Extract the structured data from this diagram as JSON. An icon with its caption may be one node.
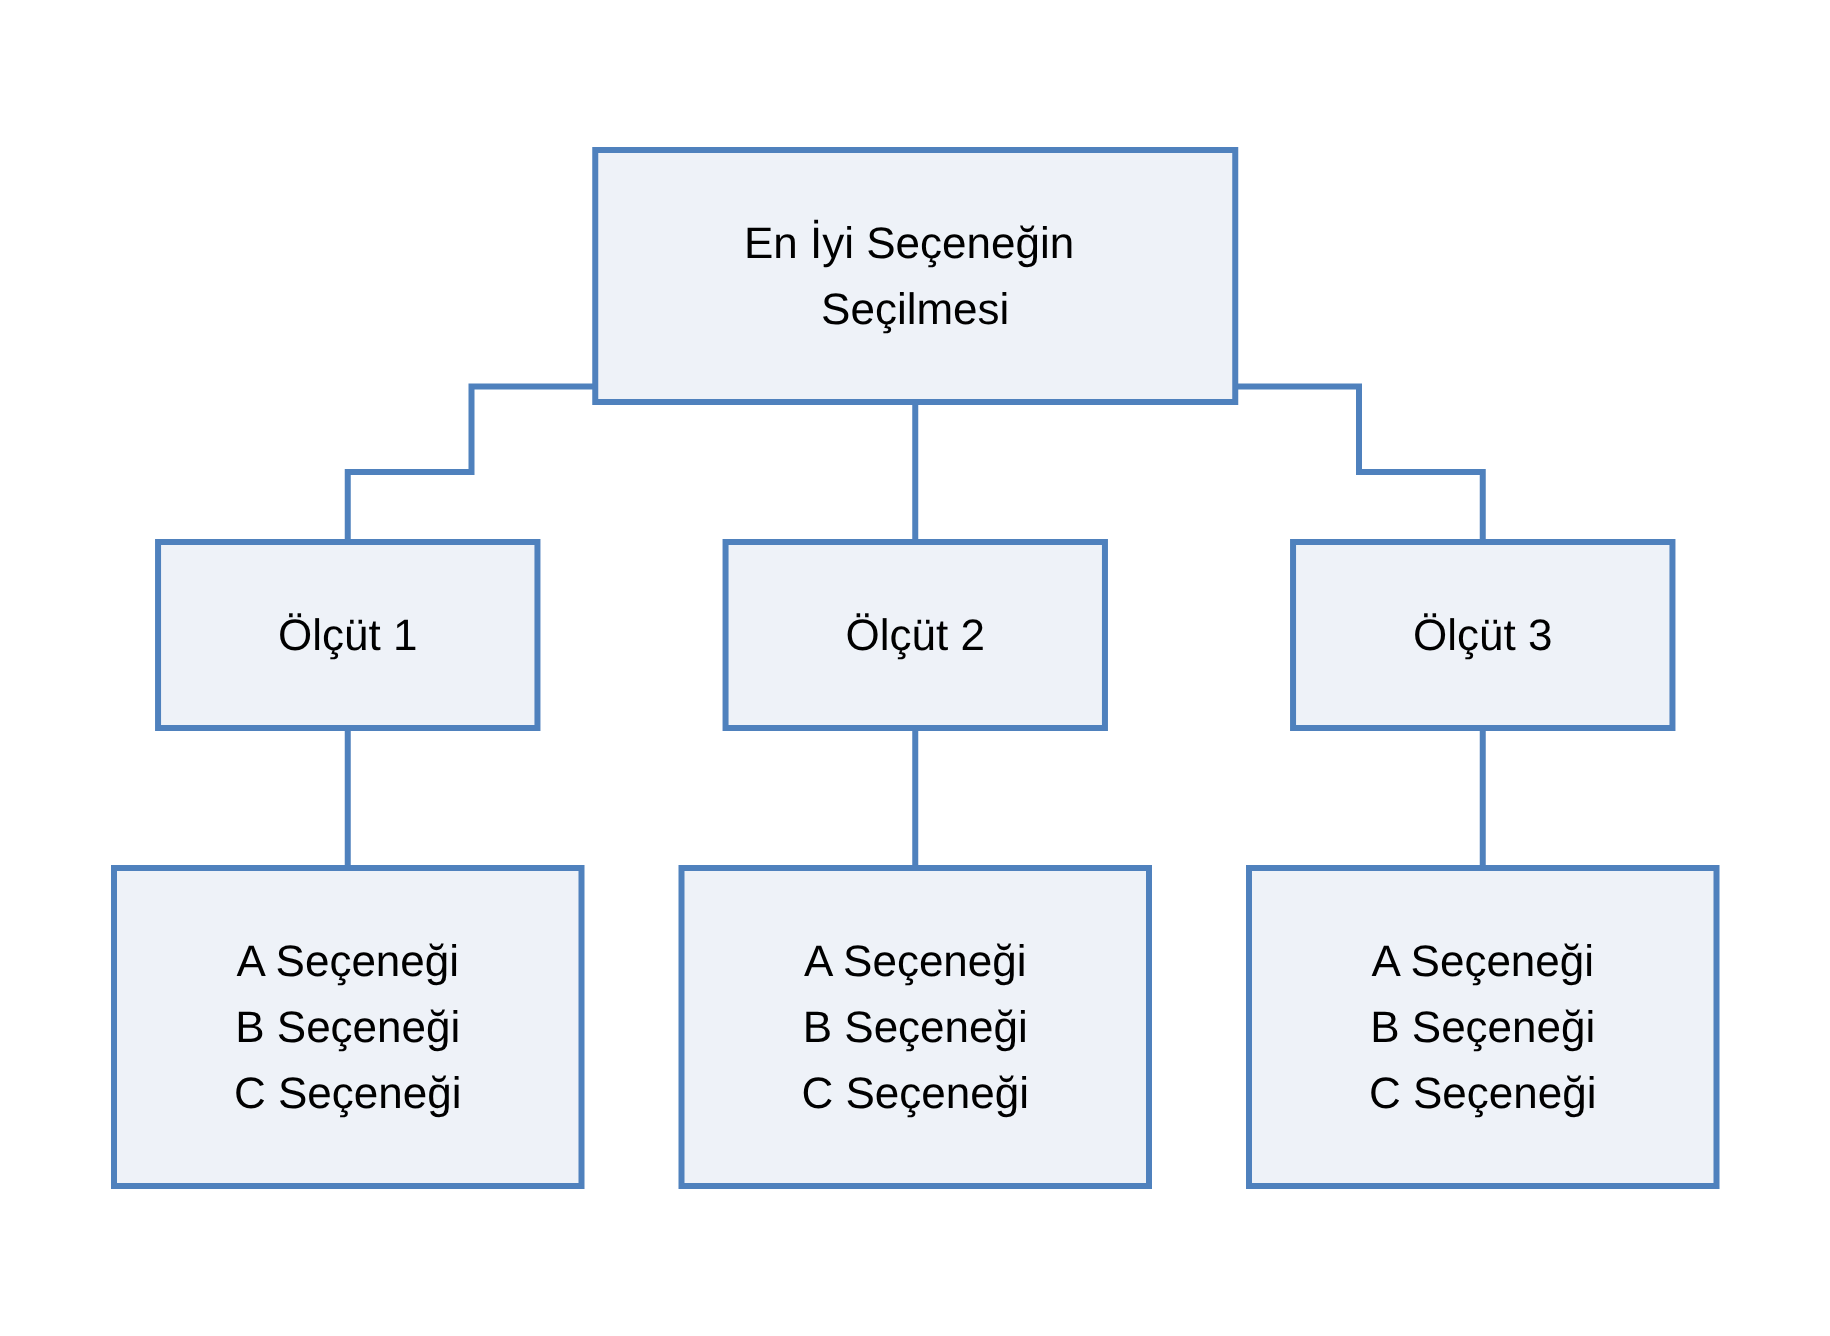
{
  "diagram": {
    "nodes": [
      {
        "text": [
          "En İyi Seçeneğin Seçilmesi"
        ]
      },
      {
        "text": [
          "Ölçüt 1"
        ]
      },
      {
        "text": [
          "Ölçüt 2"
        ]
      },
      {
        "text": [
          "Ölçüt 3"
        ]
      },
      {
        "text": [
          "A Seçeneği",
          "B Seçeneği",
          "C Seçeneği"
        ]
      },
      {
        "text": [
          "A Seçeneği",
          "B Seçeneği",
          "C Seçeneği"
        ]
      },
      {
        "text": [
          "A Seçeneği",
          "B Seçeneği",
          "C Seçeneği"
        ]
      }
    ],
    "edges": [
      {
        "from": 0,
        "to": 1,
        "arrow": "none"
      },
      {
        "from": 0,
        "to": 2,
        "arrow": "none"
      },
      {
        "from": 0,
        "to": 3,
        "arrow": "none"
      },
      {
        "from": 1,
        "to": 4,
        "arrow": "none"
      },
      {
        "from": 2,
        "to": 5,
        "arrow": "none"
      },
      {
        "from": 3,
        "to": 6,
        "arrow": "none"
      }
    ]
  }
}
